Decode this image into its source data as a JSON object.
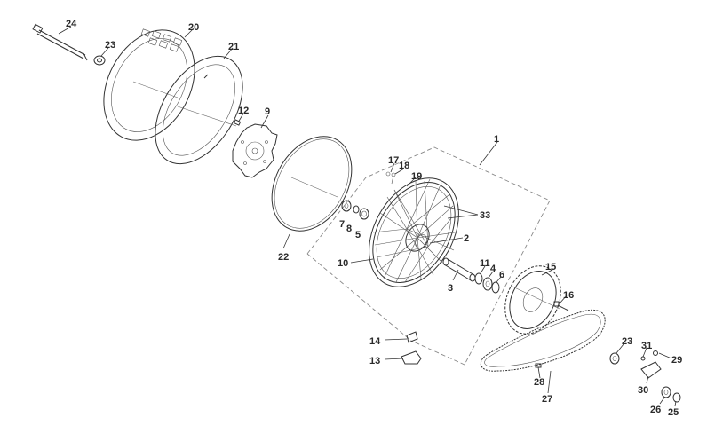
{
  "diagram": {
    "type": "exploded-parts-view",
    "line_color": "#333333",
    "background": "#ffffff",
    "callouts": {
      "c1": "1",
      "c2": "2",
      "c3": "3",
      "c4": "4",
      "c5": "5",
      "c6": "6",
      "c7": "7",
      "c8": "8",
      "c9": "9",
      "c10": "10",
      "c11": "11",
      "c12": "12",
      "c13": "13",
      "c14": "14",
      "c15": "15",
      "c16": "16",
      "c17": "17",
      "c18": "18",
      "c19": "19",
      "c20": "20",
      "c21": "21",
      "c22": "22",
      "c23a": "23",
      "c23b": "23",
      "c24": "24",
      "c25": "25",
      "c26": "26",
      "c27": "27",
      "c28": "28",
      "c29": "29",
      "c30": "30",
      "c31": "31",
      "c33": "33"
    }
  }
}
